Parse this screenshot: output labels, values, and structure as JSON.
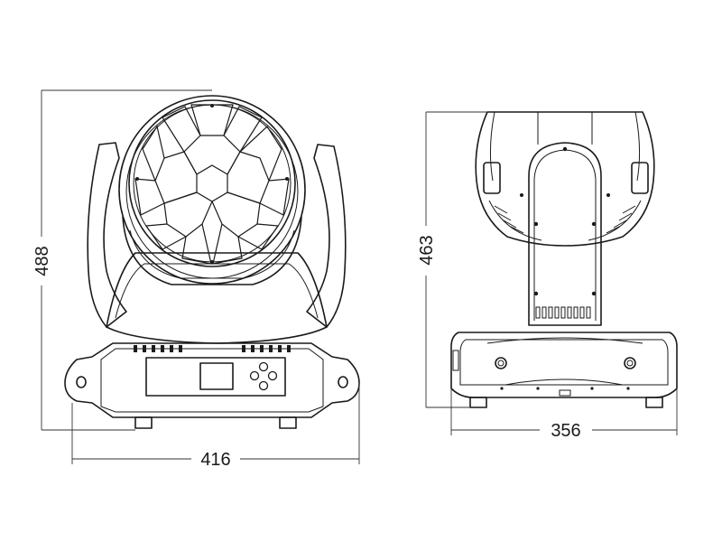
{
  "dimensions": {
    "front_height": "488",
    "front_width": "416",
    "side_height": "463",
    "side_width": "356"
  }
}
